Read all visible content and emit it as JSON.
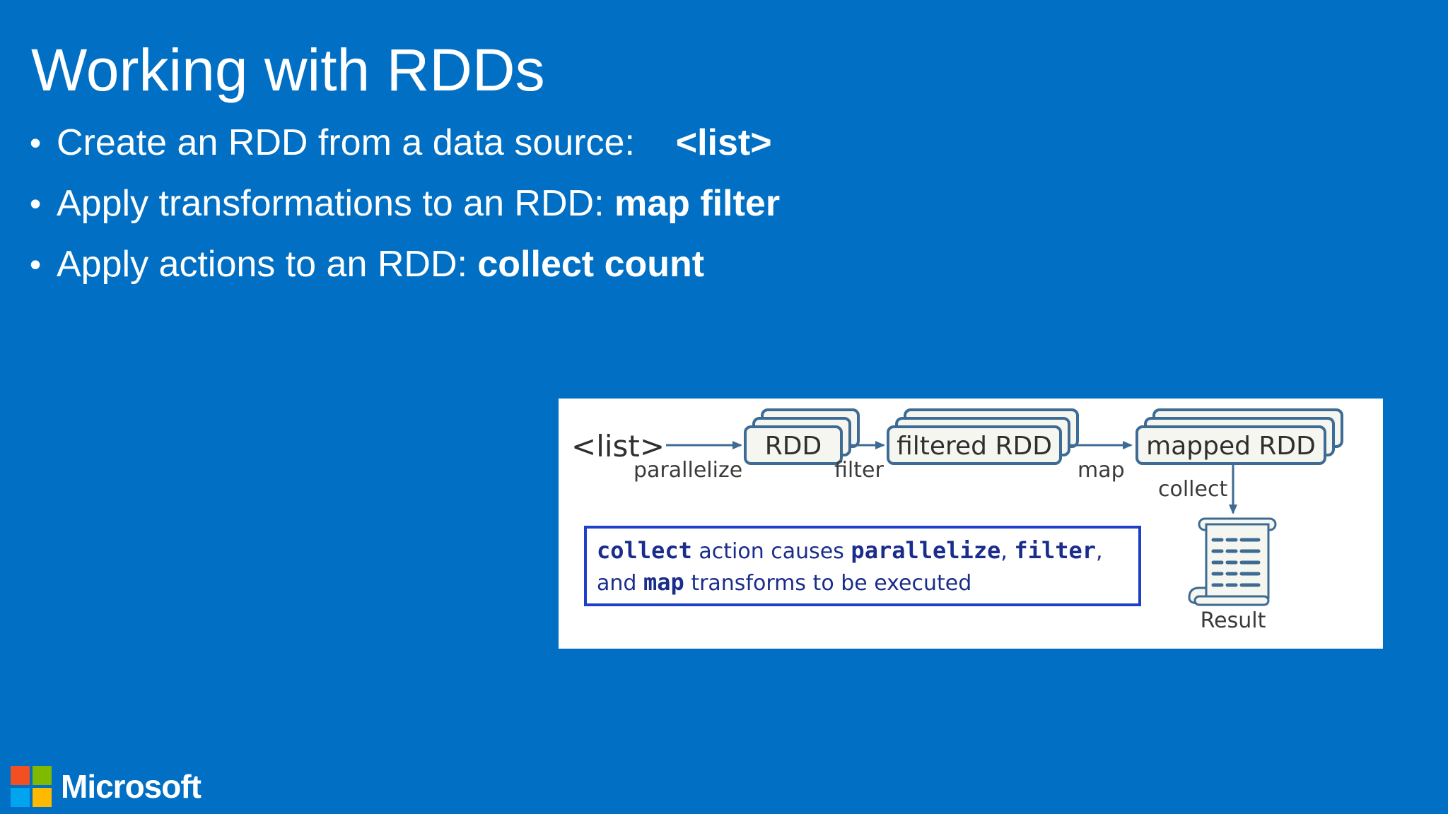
{
  "slide": {
    "title": "Working with RDDs",
    "bullets": [
      {
        "text": "Create an RDD from a data source:",
        "bold": "<list>"
      },
      {
        "text": "Apply transformations to an RDD:",
        "bold": "map filter"
      },
      {
        "text": "Apply actions to an RDD:",
        "bold": "collect count"
      }
    ]
  },
  "diagram": {
    "source_label": "<list>",
    "nodes": [
      "RDD",
      "filtered RDD",
      "mapped RDD"
    ],
    "edges": {
      "parallelize": "parallelize",
      "filter": "filter",
      "map": "map",
      "collect": "collect"
    },
    "result_label": "Result",
    "note": {
      "collect": "collect",
      "text1": " action causes ",
      "parallelize": "parallelize",
      "comma1": ", ",
      "filter": "filter",
      "comma2": ",",
      "and": "and ",
      "map": "map",
      "text2": " transforms to be executed"
    },
    "colors": {
      "node_border": "#3e6b93",
      "node_fill": "#f4f6ef",
      "arrow": "#3e6b93",
      "note_border": "#1d3fc9",
      "note_text": "#1a2d8a",
      "label_text": "#3a3a3a"
    }
  },
  "footer": {
    "brand": "Microsoft",
    "logo_colors": [
      "#f25022",
      "#7fba00",
      "#00a4ef",
      "#ffb900"
    ]
  }
}
